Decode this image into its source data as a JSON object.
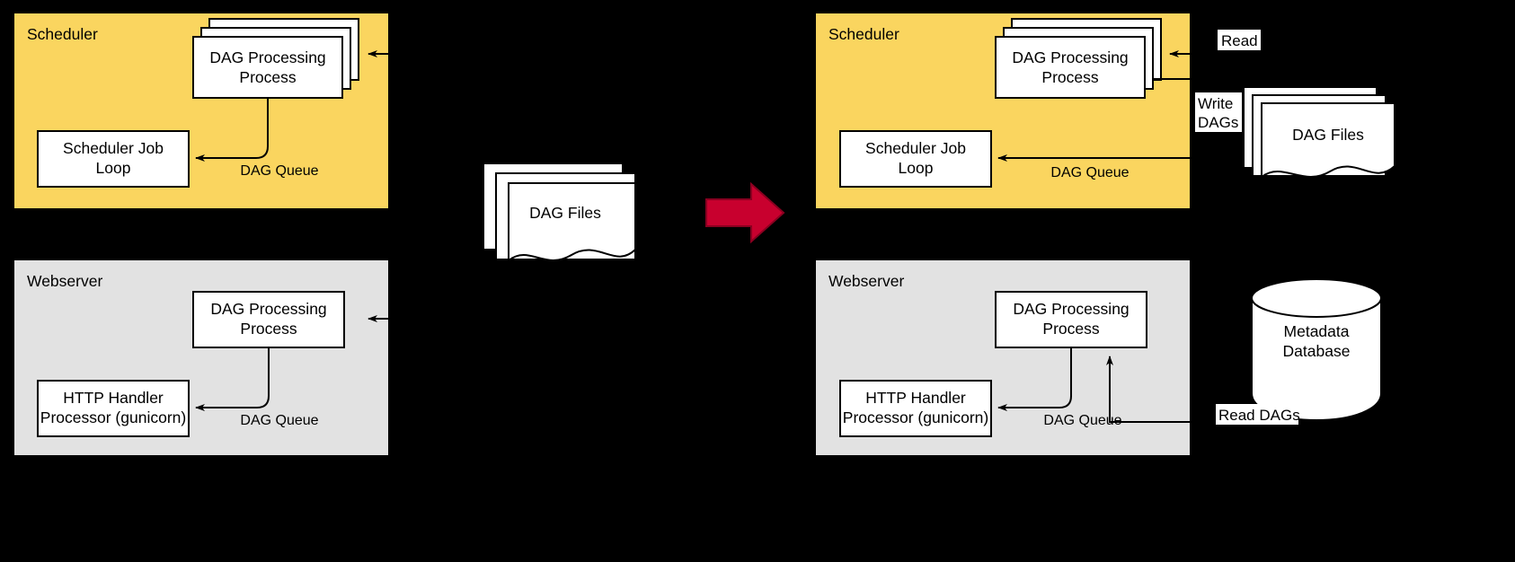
{
  "diagram": {
    "title": "Airflow DAG processing architecture: before and after",
    "colors": {
      "scheduler_fill": "#fad55f",
      "webserver_fill": "#e2e2e2",
      "arrow_red": "#c8002e",
      "stroke": "#000000",
      "canvas": "#000000",
      "node_fill": "#ffffff"
    },
    "left": {
      "scheduler_panel": {
        "label": "Scheduler",
        "nodes": {
          "dag_processing": "DAG Processing\nProcess",
          "dag_processing_line1": "DAG Processing",
          "dag_processing_line2": "Process",
          "scheduler_job_line1": "Scheduler Job",
          "scheduler_job_line2": "Loop"
        },
        "edges": {
          "dag_queue": "DAG Queue"
        }
      },
      "webserver_panel": {
        "label": "Webserver",
        "nodes": {
          "dag_processing_line1": "DAG Processing",
          "dag_processing_line2": "Process",
          "http_handler_line1": "HTTP Handler",
          "http_handler_line2": "Processor (gunicorn)"
        },
        "edges": {
          "dag_queue": "DAG Queue"
        }
      }
    },
    "center": {
      "dag_files": "DAG Files",
      "transition_arrow": "transition-arrow-right"
    },
    "right": {
      "scheduler_panel": {
        "label": "Scheduler",
        "nodes": {
          "dag_processing_line1": "DAG Processing",
          "dag_processing_line2": "Process",
          "scheduler_job_line1": "Scheduler Job",
          "scheduler_job_line2": "Loop"
        },
        "edges": {
          "dag_queue": "DAG Queue"
        }
      },
      "webserver_panel": {
        "label": "Webserver",
        "nodes": {
          "dag_processing_line1": "DAG Processing",
          "dag_processing_line2": "Process",
          "http_handler_line1": "HTTP Handler",
          "http_handler_line2": "Processor (gunicorn)"
        },
        "edges": {
          "dag_queue": "DAG Queue"
        }
      },
      "dag_files": "DAG Files",
      "metadata_db_line1": "Metadata",
      "metadata_db_line2": "Database",
      "labels": {
        "read": "Read",
        "write_dags_line1": "Write",
        "write_dags_line2": "DAGs",
        "read_dags": "Read DAGs"
      }
    }
  }
}
